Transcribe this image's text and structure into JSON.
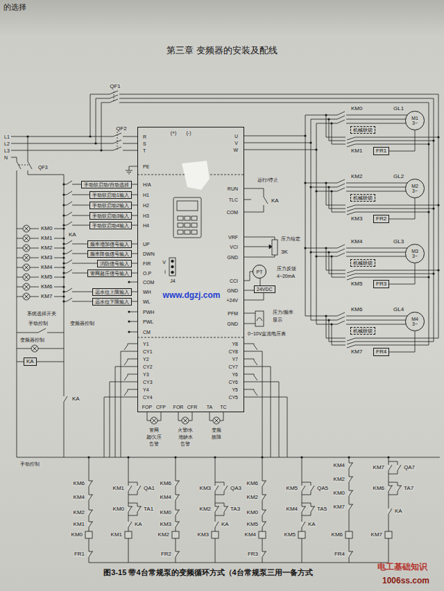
{
  "diagram": {
    "title": "第三章 变频器的安装及配线",
    "caption": "图3-15 带4台常规泵的变频循环方式（4台常规泵三用一备方式",
    "nodes": [
      {
        "text": [
          "R",
          "S",
          "T",
          "PE",
          "(+)",
          "(-)",
          "H/A",
          "H1",
          "H2",
          "H3",
          "H4",
          "UP",
          "DWN",
          "FIR",
          "O.P",
          "COM",
          "WH",
          "WL",
          "PWH",
          "PWL",
          "CM",
          "U",
          "V",
          "W",
          "RUN",
          "TLC",
          "COM",
          "VRF",
          "VCI",
          "GND",
          "CCI",
          "GND",
          "+24V",
          "PFM",
          "GND",
          "V",
          "I",
          "J4",
          "Y1",
          "CY1",
          "Y2",
          "CY2",
          "Y3",
          "CY3",
          "Y4",
          "CY4",
          "Y8",
          "CY8",
          "Y7",
          "CY7",
          "Y6",
          "CY6",
          "Y5",
          "CY5",
          "FOP",
          "CFP",
          "FOR",
          "CFR",
          "TA",
          "TC"
        ]
      },
      {
        "text": [
          "M1",
          "3~"
        ]
      },
      {
        "text": [
          "M2",
          "3~"
        ]
      },
      {
        "text": [
          "M3",
          "3~"
        ]
      },
      {
        "text": [
          "M4",
          "3~"
        ]
      },
      {
        "text": [
          "机械联锁"
        ]
      },
      {
        "text": [
          "机械联锁"
        ]
      },
      {
        "text": [
          "机械联锁"
        ]
      },
      {
        "text": [
          "机械联锁"
        ]
      },
      {
        "text": [
          "FR1"
        ]
      },
      {
        "text": [
          "FR2"
        ]
      },
      {
        "text": [
          "FR3"
        ]
      },
      {
        "text": [
          "FR4"
        ]
      },
      {
        "text": [
          "KA"
        ]
      },
      {
        "text": [
          "PT"
        ]
      },
      {
        "text": [
          "24VDC"
        ]
      },
      {
        "text": [
          "手动软启动/自动选择"
        ]
      },
      {
        "text": [
          "手动软启动1输入"
        ]
      },
      {
        "text": [
          "手动软启动2输入"
        ]
      },
      {
        "text": [
          "手动软启动3输入"
        ]
      },
      {
        "text": [
          "手动软启动4输入"
        ]
      },
      {
        "text": [
          "频率增加信号输入"
        ]
      },
      {
        "text": [
          "频率降低信号输入"
        ]
      },
      {
        "text": [
          "消防信号输入"
        ]
      },
      {
        "text": [
          "管网超压信号输入"
        ]
      },
      {
        "text": [
          "远水位上限输入"
        ]
      },
      {
        "text": [
          "远水位下限输入"
        ]
      }
    ],
    "edges": [
      {
        "from": 9,
        "to": 1,
        "arrow": "none"
      },
      {
        "from": 10,
        "to": 2,
        "arrow": "none"
      },
      {
        "from": 11,
        "to": 3,
        "arrow": "none"
      },
      {
        "from": 12,
        "to": 4,
        "arrow": "none"
      },
      {
        "from": 14,
        "to": 15,
        "arrow": "none"
      },
      {
        "from": 16,
        "to": 0,
        "arrow": "none"
      },
      {
        "from": 17,
        "to": 0,
        "arrow": "none"
      },
      {
        "from": 18,
        "to": 0,
        "arrow": "none"
      },
      {
        "from": 19,
        "to": 0,
        "arrow": "none"
      },
      {
        "from": 20,
        "to": 0,
        "arrow": "none"
      },
      {
        "from": 21,
        "to": 0,
        "arrow": "none"
      },
      {
        "from": 22,
        "to": 0,
        "arrow": "none"
      },
      {
        "from": 23,
        "to": 0,
        "arrow": "none"
      },
      {
        "from": 24,
        "to": 0,
        "arrow": "none"
      },
      {
        "from": 25,
        "to": 0,
        "arrow": "none"
      },
      {
        "from": 26,
        "to": 0,
        "arrow": "none"
      }
    ],
    "labels": [
      "的选择",
      "QF1",
      "QF2",
      "L1",
      "L2",
      "L3",
      "N",
      "QF3",
      "KM0",
      "KM1",
      "KM2",
      "KM3",
      "KM4",
      "KM5",
      "KM6",
      "KM7",
      "KA",
      "系统选择开关",
      "手动控制",
      "变频器控制",
      "变频器控制",
      "KA",
      "手动控制",
      "运行/停止",
      "KA",
      "压力给定",
      "3K",
      "压力反馈",
      "4~20mA",
      "压力/频率",
      "显示",
      "0~10V直流电压表",
      "KM0",
      "GL1",
      "KM1",
      "KM2",
      "GL2",
      "KM3",
      "KM4",
      "GL3",
      "KM5",
      "KM6",
      "GL4",
      "KM7",
      "管网",
      "超/欠压",
      "告警",
      "火警/水",
      "池缺水",
      "告警",
      "变频",
      "故障",
      "KM6",
      "KM4",
      "KM2",
      "KM1",
      "KM0",
      "KM1",
      "QA1",
      "KM0",
      "TA1",
      "KA",
      "KM1",
      "FR1",
      "KM6",
      "KM4",
      "KM0",
      "KM3",
      "KM2",
      "KM3",
      "QA3",
      "KM2",
      "TA3",
      "KA",
      "KM3",
      "FR2",
      "KM6",
      "KM2",
      "KM0",
      "KM5",
      "KM4",
      "KM5",
      "QA5",
      "KM4",
      "TA5",
      "KA",
      "KM5",
      "FR3",
      "KM4",
      "KM2",
      "KM0",
      "KM7",
      "KM6",
      "KM7",
      "QA7",
      "KM6",
      "TA7",
      "KA",
      "KM7",
      "FR4",
      "www.dgzj.com",
      "电工基础知识",
      "1006ss.com"
    ]
  }
}
